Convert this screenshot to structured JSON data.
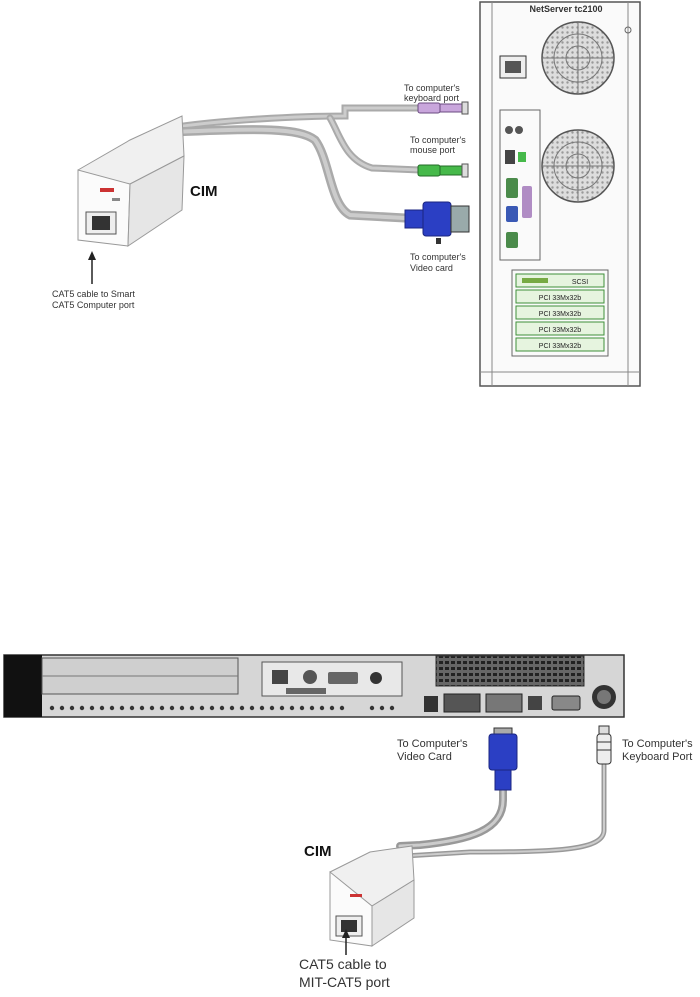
{
  "figure_top": {
    "server_title": "NetServer tc2100",
    "cim_label": "CIM",
    "keyboard_callout": [
      "To computer's",
      "keyboard port"
    ],
    "mouse_callout": [
      "To computer's",
      "mouse port"
    ],
    "video_callout": [
      "To computer's",
      "Video card"
    ],
    "cat5_callout": [
      "CAT5 cable to Smart",
      "CAT5 Computer port"
    ],
    "slots": [
      "SCSI",
      "PCI 33Mx32b",
      "PCI 33Mx32b",
      "PCI 33Mx32b",
      "PCI 33Mx32b"
    ],
    "colors": {
      "keyboard_plug": "#c9a6dc",
      "mouse_plug": "#46b94a",
      "video_plug": "#2b3fc4",
      "slot_fill": "#e6f4df"
    }
  },
  "figure_bottom": {
    "cim_label": "CIM",
    "video_callout": [
      "To Computer's",
      "Video Card"
    ],
    "keyboard_callout": [
      "To Computer's",
      "Keyboard Port"
    ],
    "cat5_callout": [
      "CAT5 cable to",
      "MIT-CAT5 port"
    ]
  }
}
